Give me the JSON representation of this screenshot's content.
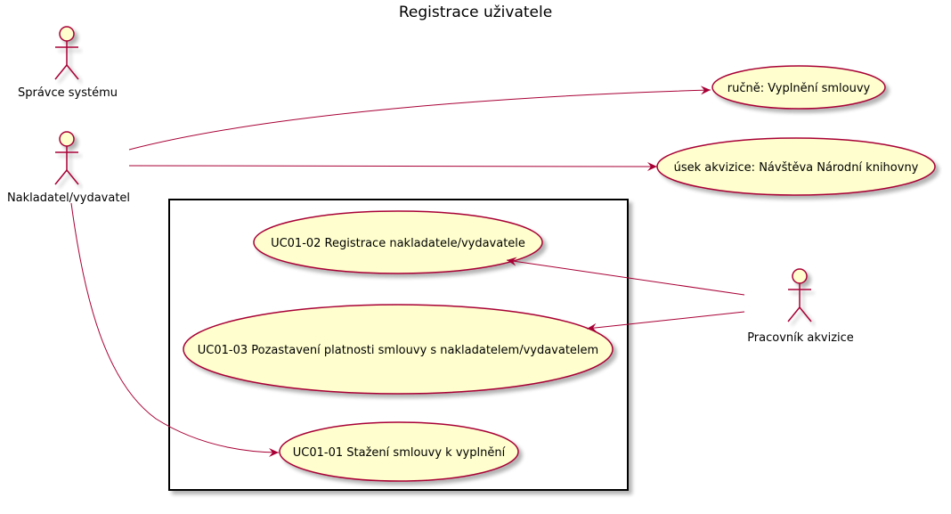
{
  "title": "Registrace uživatele",
  "colors": {
    "stroke": "#a80036",
    "fill": "#fefece",
    "text": "#000000",
    "shadow": "#c8c8c8",
    "boundary": "#000000"
  },
  "actors": {
    "admin": "Správce systému",
    "publisher": "Nakladatel/vydavatel",
    "acquisition": "Pracovník akvizice"
  },
  "usecases": {
    "manual_fill": "ručně: Vyplnění smlouvy",
    "library_visit": "úsek akvizice: Návštěva Národní knihovny",
    "uc0102": "UC01-02 Registrace nakladatele/vydavatele",
    "uc0103": "UC01-03 Pozastavení platnosti smlouvy s nakladatelem/vydavatelem",
    "uc0101": "UC01-01 Stažení smlouvy k vyplnění"
  }
}
